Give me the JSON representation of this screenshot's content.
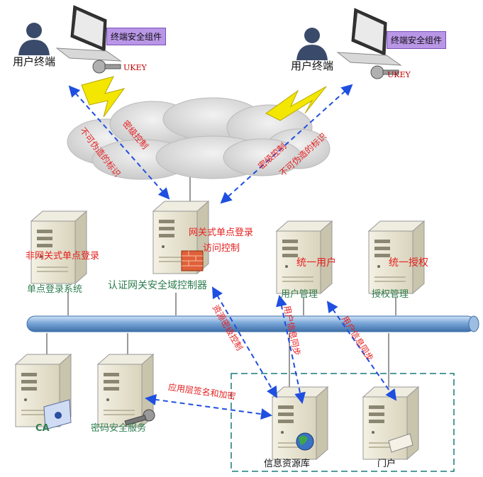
{
  "users": [
    {
      "label": "用户终端",
      "component": "终端安全组件",
      "key": "UKEY"
    },
    {
      "label": "用户终端",
      "component": "终端安全组件",
      "key": "UKEY"
    }
  ],
  "links": {
    "left_fake_id": "不可伪造的标识",
    "left_secret": "密级控制",
    "right_secret": "密级控制",
    "right_fake_id": "不可伪造的标识",
    "resource_secret": "资源密级控制",
    "user_sync_1": "用户信息同步",
    "user_sync_2": "用户信息同步",
    "app_sign": "应用层签名和加密"
  },
  "servers": {
    "non_gateway_sso_red": "非网关式单点登录",
    "sso_system": "单点登录系统",
    "gateway_sso_red": "网关式单点登录",
    "access_control_red": "访问控制",
    "gateway_controller": "认证网关安全域控制器",
    "unified_user_red": "统一用户",
    "user_mgmt": "用户管理",
    "unified_auth_red": "统一授权",
    "auth_mgmt": "授权管理",
    "ca": "CA",
    "crypto_service": "密码安全服务",
    "info_repo": "信息资源库",
    "portal": "门户"
  },
  "colors": {
    "bus": "#5b8fc9",
    "arrow": "#1f4fe0",
    "lightning": "#f3e600",
    "red_text": "#e52020",
    "green_text": "#2e7d4f",
    "component_box": "#b996e6",
    "dashed_box": "#1a7a7a"
  }
}
